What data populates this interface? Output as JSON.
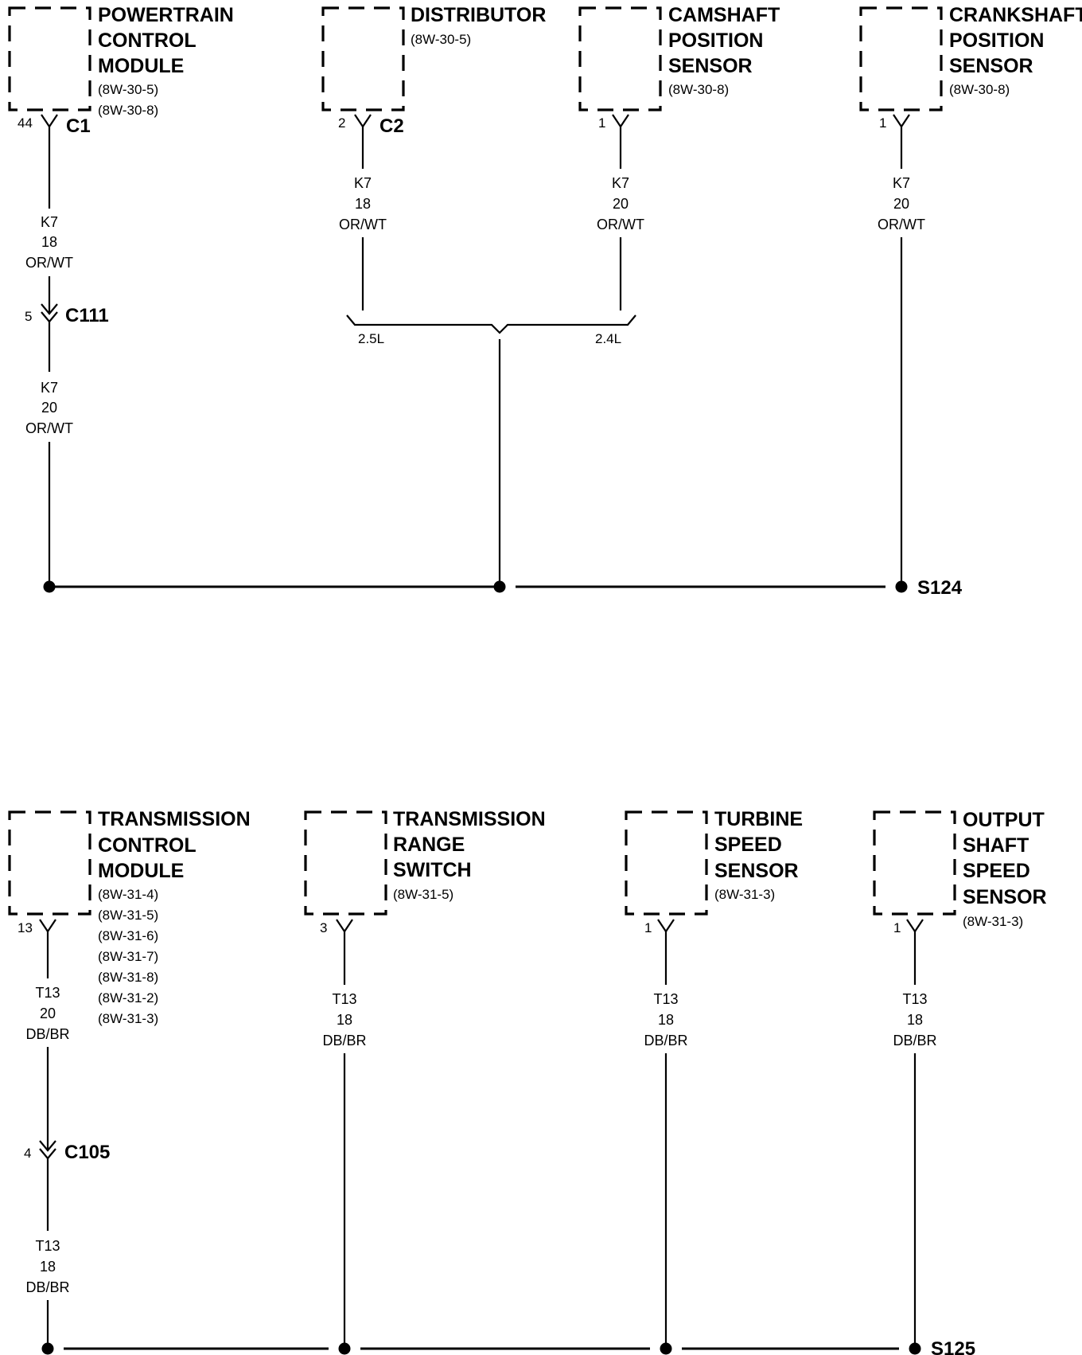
{
  "diagrams": [
    {
      "splice_label": "S124",
      "components": [
        {
          "name_lines": [
            "POWERTRAIN",
            "CONTROL",
            "MODULE"
          ],
          "refs": [
            "(8W-30-5)",
            "(8W-30-8)"
          ],
          "pin": "44",
          "connector": "C1",
          "wire_segments": [
            [
              "K7",
              "18",
              "OR/WT"
            ],
            [
              "K7",
              "20",
              "OR/WT"
            ]
          ],
          "inline_connector": {
            "pin": "5",
            "label": "C111"
          }
        },
        {
          "name_lines": [
            "DISTRIBUTOR"
          ],
          "refs": [
            "(8W-30-5)"
          ],
          "pin": "2",
          "connector": "C2",
          "wire_segments": [
            [
              "K7",
              "18",
              "OR/WT"
            ]
          ],
          "variant": "2.5L"
        },
        {
          "name_lines": [
            "CAMSHAFT",
            "POSITION",
            "SENSOR"
          ],
          "refs": [
            "(8W-30-8)"
          ],
          "pin": "1",
          "connector": "",
          "wire_segments": [
            [
              "K7",
              "20",
              "OR/WT"
            ]
          ],
          "variant": "2.4L"
        },
        {
          "name_lines": [
            "CRANKSHAFT",
            "POSITION",
            "SENSOR"
          ],
          "refs": [
            "(8W-30-8)"
          ],
          "pin": "1",
          "connector": "",
          "wire_segments": [
            [
              "K7",
              "20",
              "OR/WT"
            ]
          ]
        }
      ]
    },
    {
      "splice_label": "S125",
      "components": [
        {
          "name_lines": [
            "TRANSMISSION",
            "CONTROL",
            "MODULE"
          ],
          "refs": [
            "(8W-31-4)",
            "(8W-31-5)",
            "(8W-31-6)",
            "(8W-31-7)",
            "(8W-31-8)",
            "(8W-31-2)",
            "(8W-31-3)"
          ],
          "pin": "13",
          "connector": "",
          "wire_segments": [
            [
              "T13",
              "20",
              "DB/BR"
            ],
            [
              "T13",
              "18",
              "DB/BR"
            ]
          ],
          "inline_connector": {
            "pin": "4",
            "label": "C105"
          }
        },
        {
          "name_lines": [
            "TRANSMISSION",
            "RANGE",
            "SWITCH"
          ],
          "refs": [
            "(8W-31-5)"
          ],
          "pin": "3",
          "connector": "",
          "wire_segments": [
            [
              "T13",
              "18",
              "DB/BR"
            ]
          ]
        },
        {
          "name_lines": [
            "TURBINE",
            "SPEED",
            "SENSOR"
          ],
          "refs": [
            "(8W-31-3)"
          ],
          "pin": "1",
          "connector": "",
          "wire_segments": [
            [
              "T13",
              "18",
              "DB/BR"
            ]
          ]
        },
        {
          "name_lines": [
            "OUTPUT",
            "SHAFT",
            "SPEED",
            "SENSOR"
          ],
          "refs": [
            "(8W-31-3)"
          ],
          "pin": "1",
          "connector": "",
          "wire_segments": [
            [
              "T13",
              "18",
              "DB/BR"
            ]
          ]
        }
      ]
    }
  ]
}
